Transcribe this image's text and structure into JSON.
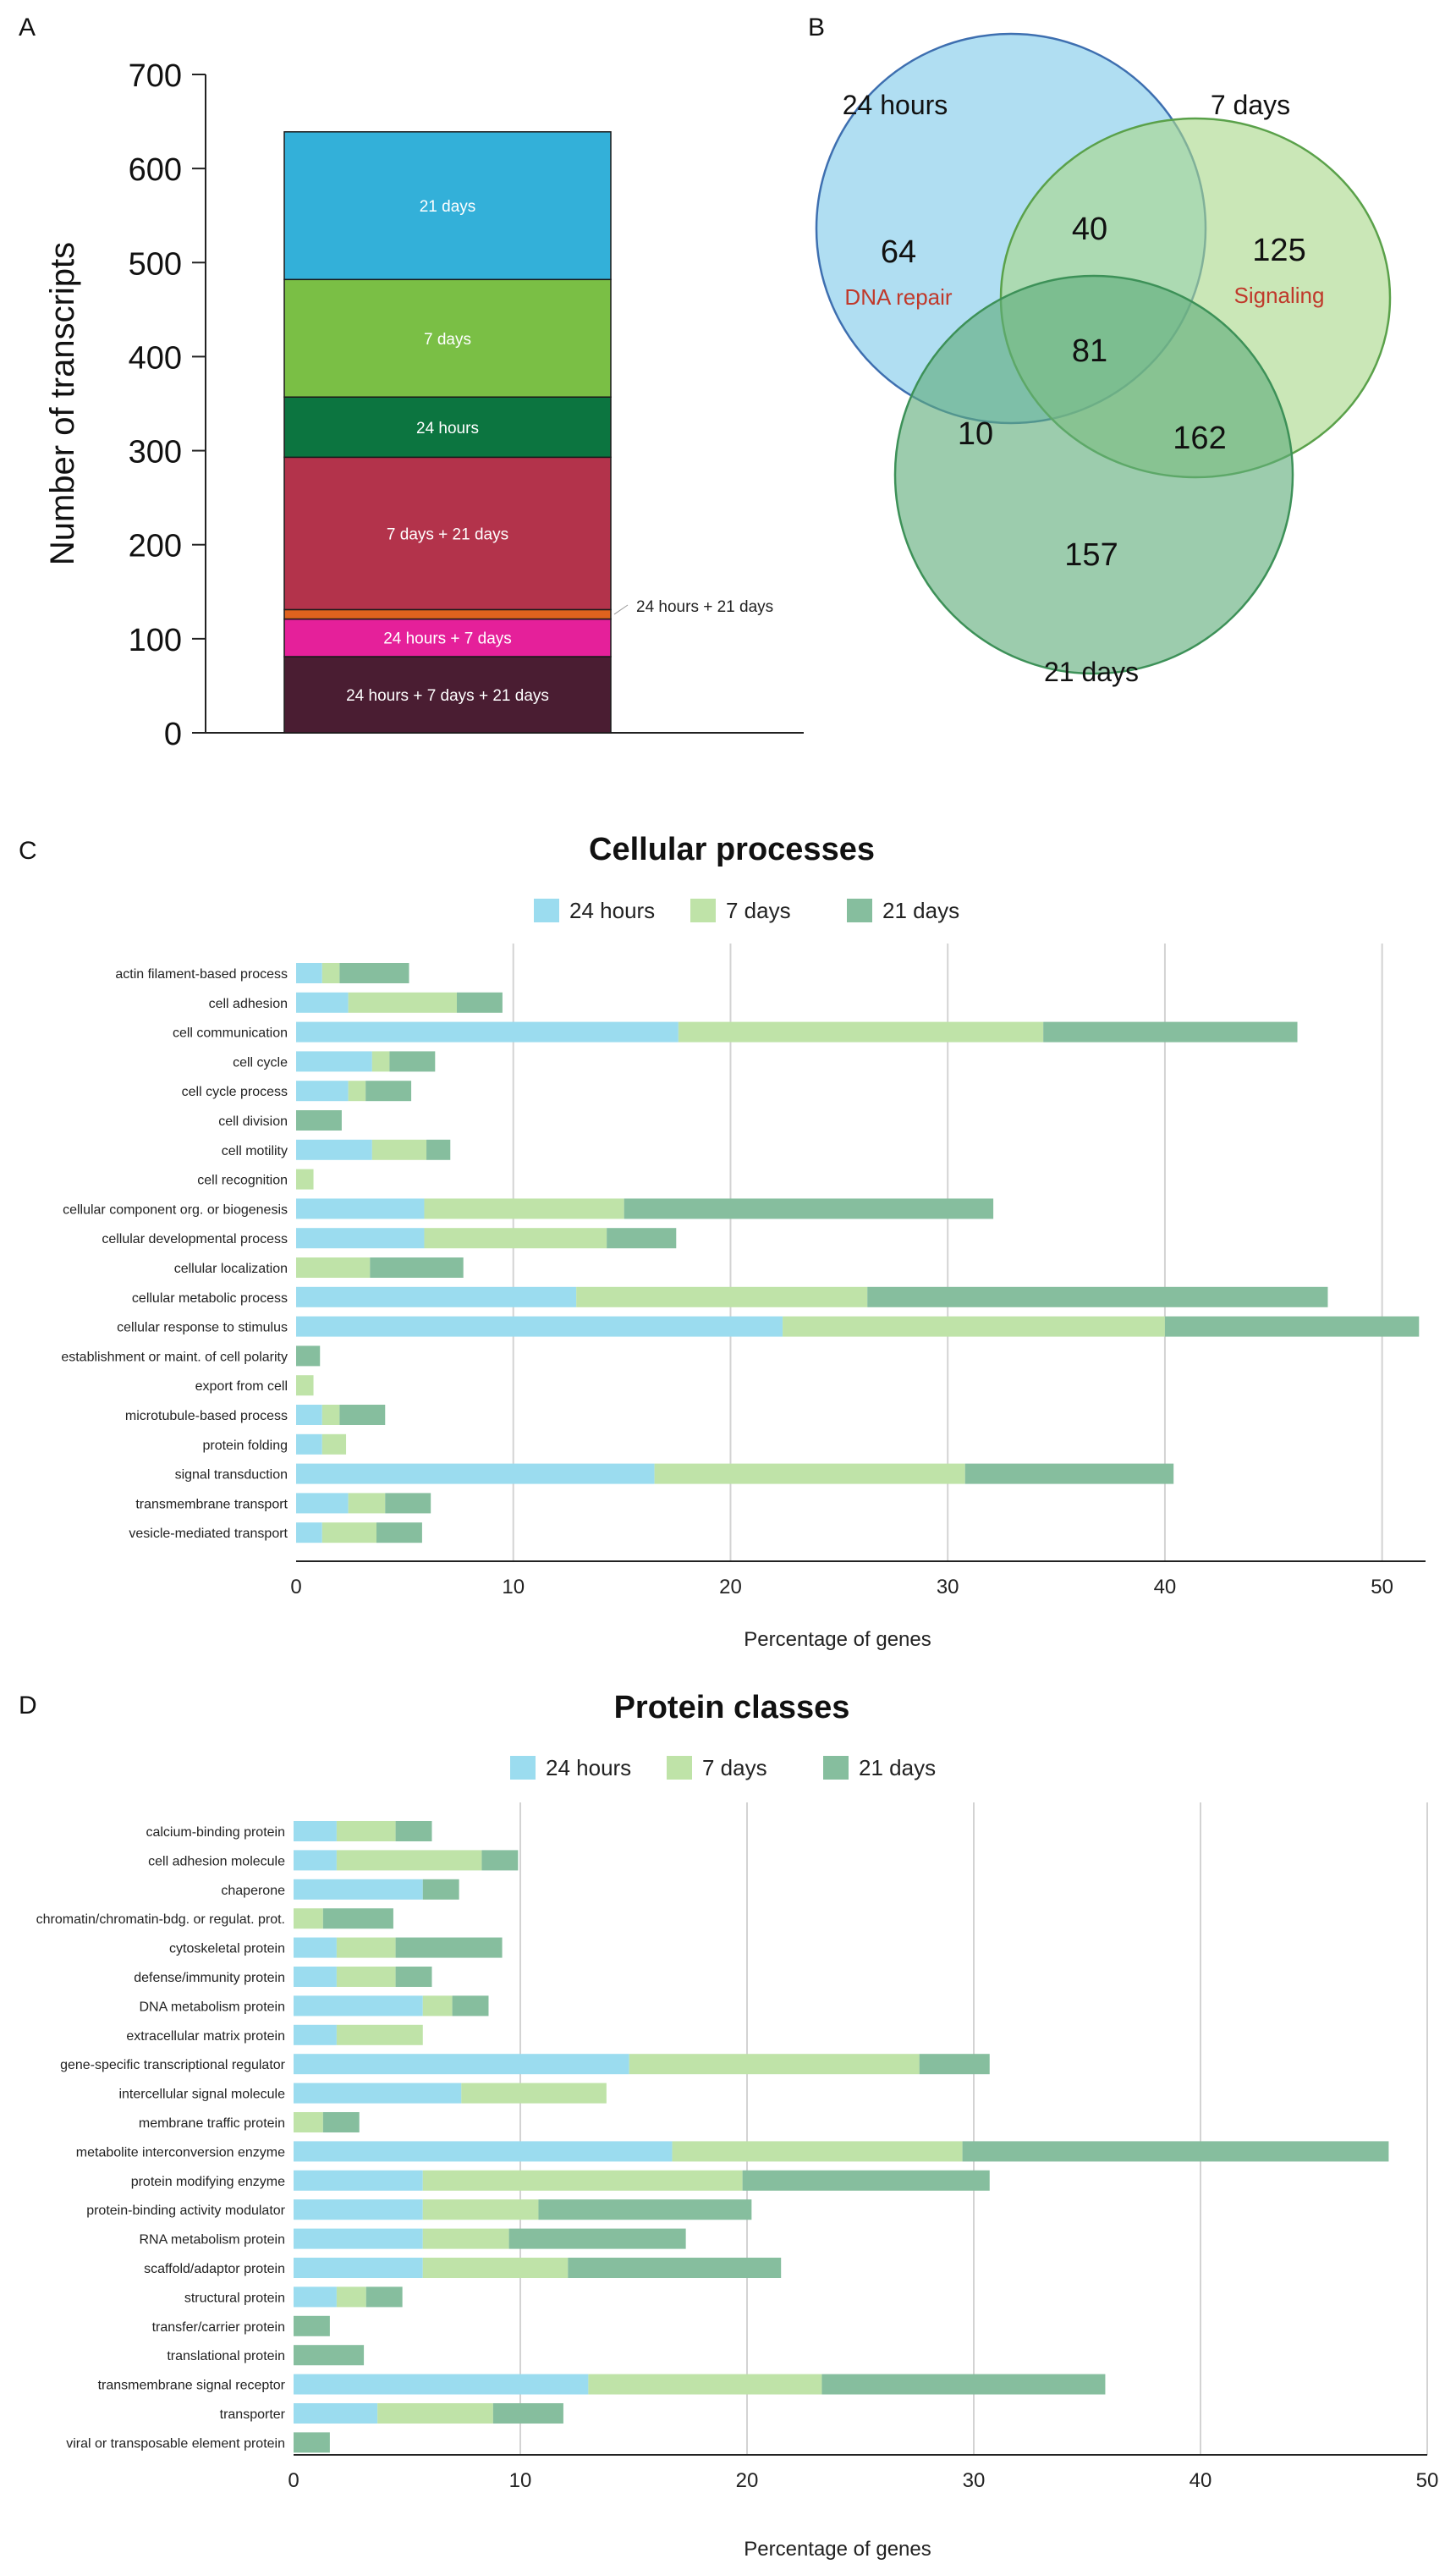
{
  "panel_labels": [
    "A",
    "B",
    "C",
    "D"
  ],
  "chart_data": [
    {
      "type": "bar",
      "panel": "A",
      "stacked": true,
      "ylabel": "Number of transcripts",
      "ylim": [
        0,
        700
      ],
      "yticks": [
        0,
        100,
        200,
        300,
        400,
        500,
        600,
        700
      ],
      "segments": [
        {
          "label": "24 hours + 7 days + 21 days",
          "value": 81,
          "color": "#4a1d32"
        },
        {
          "label": "24 hours + 7 days",
          "value": 40,
          "color": "#e5209a"
        },
        {
          "label": "24 hours + 21 days",
          "value": 10,
          "color": "#e0621e"
        },
        {
          "label": "7 days + 21 days",
          "value": 162,
          "color": "#b3334b"
        },
        {
          "label": "24 hours",
          "value": 64,
          "color": "#0c7540"
        },
        {
          "label": "7 days",
          "value": 125,
          "color": "#7abf45"
        },
        {
          "label": "21 days",
          "value": 157,
          "color": "#33b0d9"
        }
      ]
    },
    {
      "type": "venn",
      "panel": "B",
      "sets": [
        {
          "label": "24 hours",
          "color": "#7fc9ea",
          "stroke": "#3e6fb0"
        },
        {
          "label": "7 days",
          "color": "#a9d98a",
          "stroke": "#5aa14a"
        },
        {
          "label": "21 days",
          "color": "#5fad7b",
          "stroke": "#3d9158"
        }
      ],
      "regions": {
        "only_24h": 64,
        "only_7d": 125,
        "only_21d": 157,
        "24h_7d": 40,
        "24h_21d": 10,
        "7d_21d": 162,
        "all": 81
      },
      "annotations": [
        {
          "region": "only_24h",
          "text": "DNA repair",
          "color": "#c0392b"
        },
        {
          "region": "only_7d",
          "text": "Signaling",
          "color": "#c0392b"
        }
      ]
    },
    {
      "type": "bar",
      "panel": "C",
      "orientation": "horizontal",
      "stacked": true,
      "title": "Cellular processes",
      "xlabel": "Percentage of genes",
      "xlim": [
        0,
        52
      ],
      "xticks": [
        0,
        10,
        20,
        30,
        40,
        50
      ],
      "grid": true,
      "legend": "top-center",
      "categories": [
        "actin filament-based process",
        "cell adhesion",
        "cell communication",
        "cell cycle",
        "cell cycle process",
        "cell division",
        "cell motility",
        "cell recognition",
        "cellular component org. or biogenesis",
        "cellular developmental process",
        "cellular localization",
        "cellular metabolic process",
        "cellular response to stimulus",
        "establishment or maint. of cell polarity",
        "export from cell",
        "microtubule-based process",
        "protein folding",
        "signal transduction",
        "transmembrane transport",
        "vesicle-mediated transport"
      ],
      "series": [
        {
          "name": "24 hours",
          "color": "#9bdcef",
          "values": [
            1.2,
            2.4,
            17.6,
            3.5,
            2.4,
            0,
            3.5,
            0,
            5.9,
            5.9,
            0,
            12.9,
            22.4,
            0,
            0,
            1.2,
            1.2,
            16.5,
            2.4,
            1.2
          ]
        },
        {
          "name": "7 days",
          "color": "#bfe3a8",
          "values": [
            0.8,
            5.0,
            16.8,
            0.8,
            0.8,
            0,
            2.5,
            0.8,
            9.2,
            8.4,
            3.4,
            13.4,
            17.6,
            0,
            0.8,
            0.8,
            1.1,
            14.3,
            1.7,
            2.5
          ]
        },
        {
          "name": "21 days",
          "color": "#86be9e",
          "values": [
            3.2,
            2.1,
            11.7,
            2.1,
            2.1,
            2.1,
            1.1,
            0,
            17.0,
            3.2,
            4.3,
            21.2,
            11.7,
            1.1,
            0,
            2.1,
            0,
            9.6,
            2.1,
            2.1
          ]
        }
      ]
    },
    {
      "type": "bar",
      "panel": "D",
      "orientation": "horizontal",
      "stacked": true,
      "title": "Protein classes",
      "xlabel": "Percentage of genes",
      "xlim": [
        0,
        50
      ],
      "xticks": [
        0,
        10,
        20,
        30,
        40,
        50
      ],
      "grid": true,
      "legend": "top-center",
      "categories": [
        "calcium-binding protein",
        "cell adhesion molecule",
        "chaperone",
        "chromatin/chromatin-bdg. or regulat. prot.",
        "cytoskeletal protein",
        "defense/immunity protein",
        "DNA metabolism protein",
        "extracellular matrix protein",
        "gene-specific transcriptional regulator",
        "intercellular signal molecule",
        "membrane traffic protein",
        "metabolite interconversion enzyme",
        "protein modifying enzyme",
        "protein-binding activity modulator",
        "RNA metabolism protein",
        "scaffold/adaptor protein",
        "structural protein",
        "transfer/carrier protein",
        "translational protein",
        "transmembrane signal receptor",
        "transporter",
        "viral or transposable element protein"
      ],
      "series": [
        {
          "name": "24 hours",
          "color": "#9bdcef",
          "values": [
            1.9,
            1.9,
            5.7,
            0,
            1.9,
            1.9,
            5.7,
            1.9,
            14.8,
            7.4,
            0,
            16.7,
            5.7,
            5.7,
            5.7,
            5.7,
            1.9,
            0,
            0,
            13.0,
            3.7,
            0
          ]
        },
        {
          "name": "7 days",
          "color": "#bfe3a8",
          "values": [
            2.6,
            6.4,
            0,
            1.3,
            2.6,
            2.6,
            1.3,
            3.8,
            12.8,
            6.4,
            1.3,
            12.8,
            14.1,
            5.1,
            3.8,
            6.4,
            1.3,
            0,
            0,
            10.3,
            5.1,
            0
          ]
        },
        {
          "name": "21 days",
          "color": "#86be9e",
          "values": [
            1.6,
            1.6,
            1.6,
            3.1,
            4.7,
            1.6,
            1.6,
            0,
            3.1,
            0,
            1.6,
            18.8,
            10.9,
            9.4,
            7.8,
            9.4,
            1.6,
            1.6,
            3.1,
            12.5,
            3.1,
            1.6
          ]
        }
      ]
    }
  ]
}
